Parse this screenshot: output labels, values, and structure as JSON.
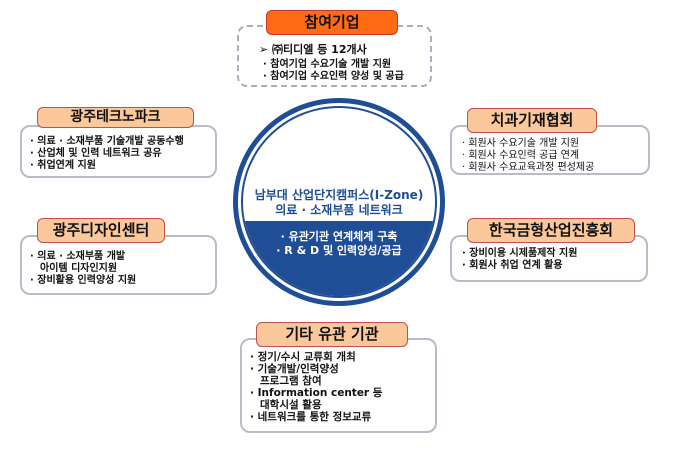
{
  "center": {
    "title_lines": [
      "남부대 산업단지캠퍼스(I-Zone)",
      "의료 · 소재부품 네트워크"
    ],
    "items": [
      "· 유관기관 연계체계 구축",
      "· R & D 및 인력양성/공급"
    ]
  },
  "top": {
    "title": "참여기업",
    "headline": "➢   ㈜티디엘  등 12개사",
    "items": [
      "· 참여기업 수요기술 개발 지원",
      "· 참여기업 수요인력 양성 및 공급"
    ]
  },
  "left1": {
    "title": "광주테크노파크",
    "items": [
      "· 의료 · 소재부품 기술개발 공동수행",
      "· 산업체 및 인력 네트워크 공유",
      "· 취업연계 지원"
    ]
  },
  "left2": {
    "title": "광주디자인센터",
    "items": [
      "· 의료 · 소재부품 개발",
      "아이템 디자인지원",
      "· 장비활용 인력양성 지원"
    ]
  },
  "right1": {
    "title": "치과기재협회",
    "items": [
      "· 회원사 수요기술 개발 지원",
      "· 회원사 수요인력 공급 연계",
      "· 회원사 수요교육과정 편성제공"
    ]
  },
  "right2": {
    "title": "한국금형산업진흥회",
    "items": [
      "· 장비이용 시제품제작 지원",
      "· 회원사 취업 연계 활용"
    ]
  },
  "bottom": {
    "title": "기타 유관 기관",
    "items": [
      "· 정기/수시 교류회 개최",
      "· 기술개발/인력양성",
      "프로그램 참여",
      "· Information center 등",
      "대학시설 활용",
      "· 네트워크를 통한 정보교류"
    ]
  }
}
